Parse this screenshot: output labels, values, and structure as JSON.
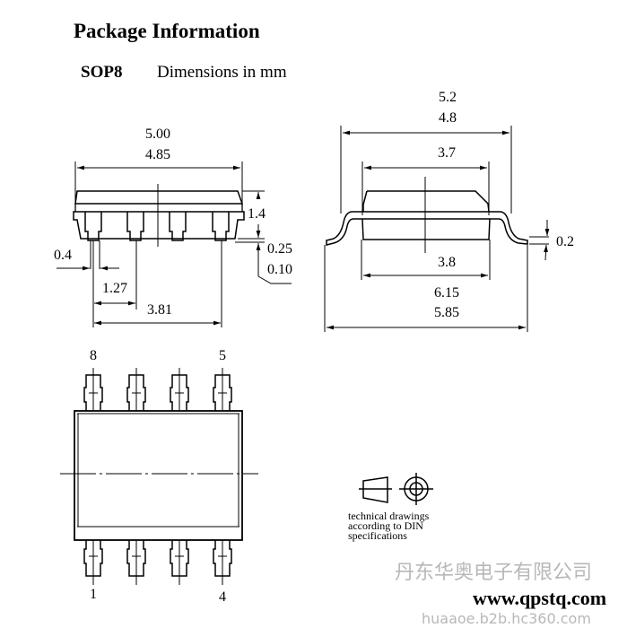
{
  "header": {
    "title": "Package Information",
    "package": "SOP8",
    "units": "Dimensions in mm"
  },
  "front_view": {
    "length_max": "5.00",
    "length_min": "4.85",
    "height": "1.4",
    "standoff_max": "0.25",
    "standoff_min": "0.10",
    "lead_width": "0.4",
    "pitch": "1.27",
    "span": "3.81"
  },
  "side_view": {
    "lead_span_max": "5.2",
    "lead_span_min": "4.8",
    "body_top_width": "3.7",
    "body_width": "3.8",
    "overall_max": "6.15",
    "overall_min": "5.85",
    "lead_thickness": "0.2"
  },
  "top_view": {
    "pin_8": "8",
    "pin_5": "5",
    "pin_1": "1",
    "pin_4": "4"
  },
  "note": {
    "line1": "technical drawings",
    "line2": "according to DIN",
    "line3": "specifications"
  },
  "website": "www.qpstq.com",
  "watermark": {
    "company": "丹东华奥电子有限公司",
    "url": "huaaoe.b2b.hc360.com"
  }
}
